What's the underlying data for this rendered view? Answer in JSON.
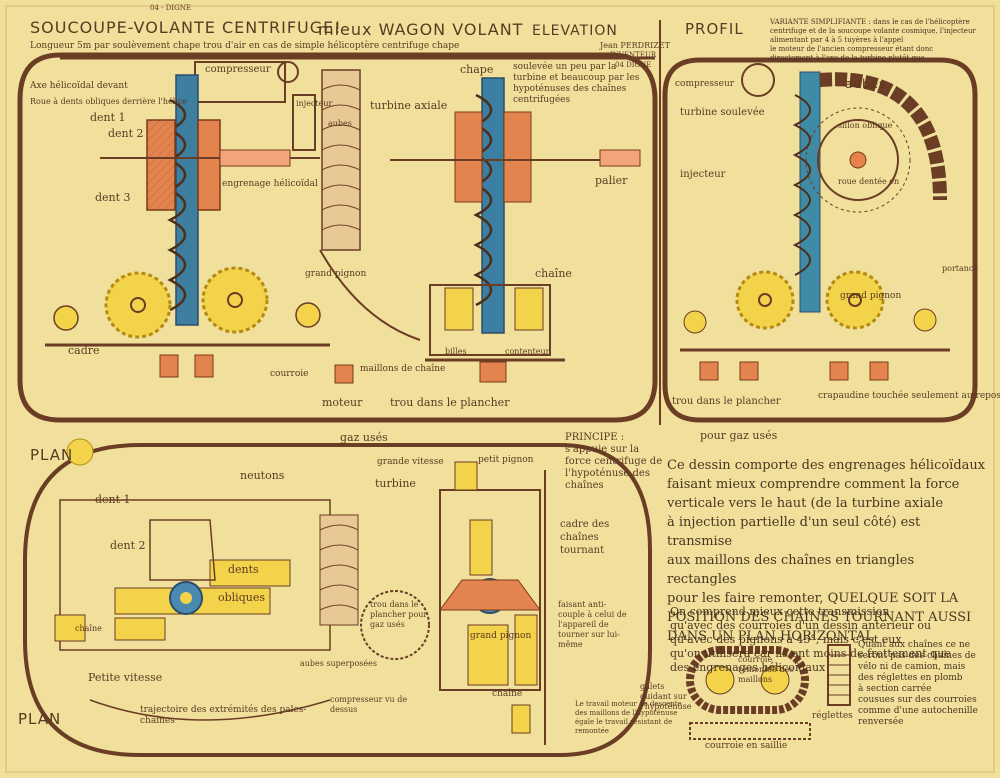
{
  "header": {
    "archive_ref": "04 - DIGNE",
    "title_left": "SOUCOUPE-VOLANTE CENTRIFUGE!",
    "title_mid": "mieux WAGON VOLANT",
    "title_elevation": "ELEVATION",
    "title_profil": "PROFIL",
    "subtitle": "Longueur 5m par soulèvement chape  trou d'air en cas de simple hélicoptère centrifuge  chape",
    "author_name": "Jean PERDRIZET",
    "author_role": "INVENTEUR",
    "author_place": "04 DIGNE"
  },
  "variante": {
    "lines": [
      "VARIANTE SIMPLIFIANTE : dans le cas de l'hélicoptère",
      "centrifuge et de la soucoupe volante cosmique, l'injecteur",
      "alimentant par 4 à 5 tuyères à l'appel",
      "le moteur de l'ancien compresseur étant donc",
      "directement à l'axe de la turbine plutôt que"
    ]
  },
  "elevation_labels": {
    "compresseur": "compresseur",
    "axe": "Axe hélicoïdal devant",
    "roue": "Roue à dents obliques derrière l'hélice",
    "dent1": "dent 1",
    "dent2": "dent 2",
    "dent3": "dent 3",
    "engrenage": "engrenage hélicoïdal",
    "turbine_axiale": "turbine axiale",
    "chape": "chape",
    "soulevee": "soulevée un peu par la turbine et beaucoup par les hypoténuses des chaînes centrifugées",
    "palier": "palier",
    "chaine": "chaîne",
    "grand_pignon": "grand pignon",
    "moteur": "moteur",
    "trou_plancher": "trou dans le plancher",
    "cadre": "cadre",
    "courroie": "courroie",
    "maillons": "maillons de chaîne",
    "injecteur": "injecteur",
    "aubes": "aubes",
    "billes": "billes",
    "contenteur": "contenteur"
  },
  "profil_labels": {
    "compresseur": "compresseur",
    "turbine": "turbine soulevée",
    "injecteur": "injecteur",
    "sillon": "sillon oblique",
    "roue_dentee": "roue dentée en",
    "aubes": "aubes",
    "grand_pignon": "grand pignon",
    "trou_plancher": "trou dans le plancher",
    "crapaudine": "crapaudine touchée seulement au repos",
    "portance": "portance"
  },
  "plan_labels": {
    "plan_top": "PLAN",
    "plan_bottom": "PLAN",
    "gaz_uses": "gaz usés",
    "newtons": "neutons",
    "dent1": "dent 1",
    "dent2": "dent 2",
    "dents": "dents",
    "obliques": "obliques",
    "grande_vitesse": "grande vitesse",
    "petit_pignon": "petit pignon",
    "turbine": "turbine",
    "cadre_chaines": "cadre des chaînes tournant",
    "petite_vitesse": "Petite vitesse",
    "trou_plancher": "trou dans le plancher pour gaz usés",
    "grand_pignon": "grand pignon",
    "chaine": "chaîne",
    "faisant_anticouple": "faisant anti-couple à celui de l'appareil de tourner sur lui-même",
    "compresseur_vu": "compresseur vu de dessus",
    "trajectoire": "trajectoire des extrémités des pales-chaînes",
    "aubes": "aubes superposées",
    "chaine_plan": "chaîne"
  },
  "principe": {
    "head": "PRINCIPE : s'appuie sur la force centrifuge de l'hypoténuse des chaînes",
    "pour_gaz": "pour gaz usés",
    "lines": [
      "Ce dessin comporte des engrenages hélicoïdaux",
      "faisant mieux comprendre comment la force",
      "verticale vers le haut (de la turbine axiale",
      "à injection partielle d'un seul côté) est transmise",
      "aux maillons des chaînes en triangles rectangles",
      "pour les faire remonter, QUELQUE SOIT LA",
      "POSITION DES CHAÎNES TOURNANT AUSSI",
      "DANS UN PLAN HORIZONTAL"
    ],
    "lines2": [
      "On comprend mieux cette transmission",
      "qu'avec des courroies d'un dessin antérieur ou",
      "qu'avec des pignons à 45°, mais c'est eux",
      "qu'on utilisera car ils ont moins de frottement que",
      "des engrenages hélicoïdaux"
    ],
    "quant_aux": [
      "Quant aux chaînes ce ne",
      "seront pas des chaînes de",
      "vélo ni de camion, mais",
      "des réglettes en plomb",
      "à section carrée",
      "cousues sur des courroies",
      "comme d'une autochenille",
      "renversée"
    ],
    "courroie_remontee": "courroie remontée des maillons",
    "galets": "galets guidant sur l'hypoténuse",
    "reglettes": "réglettes",
    "courroie_saillie": "courroie en saillie",
    "le_travail": "Le travail moteur de descente des maillons de l'hypoténuse égale le travail résistant de remontée"
  }
}
